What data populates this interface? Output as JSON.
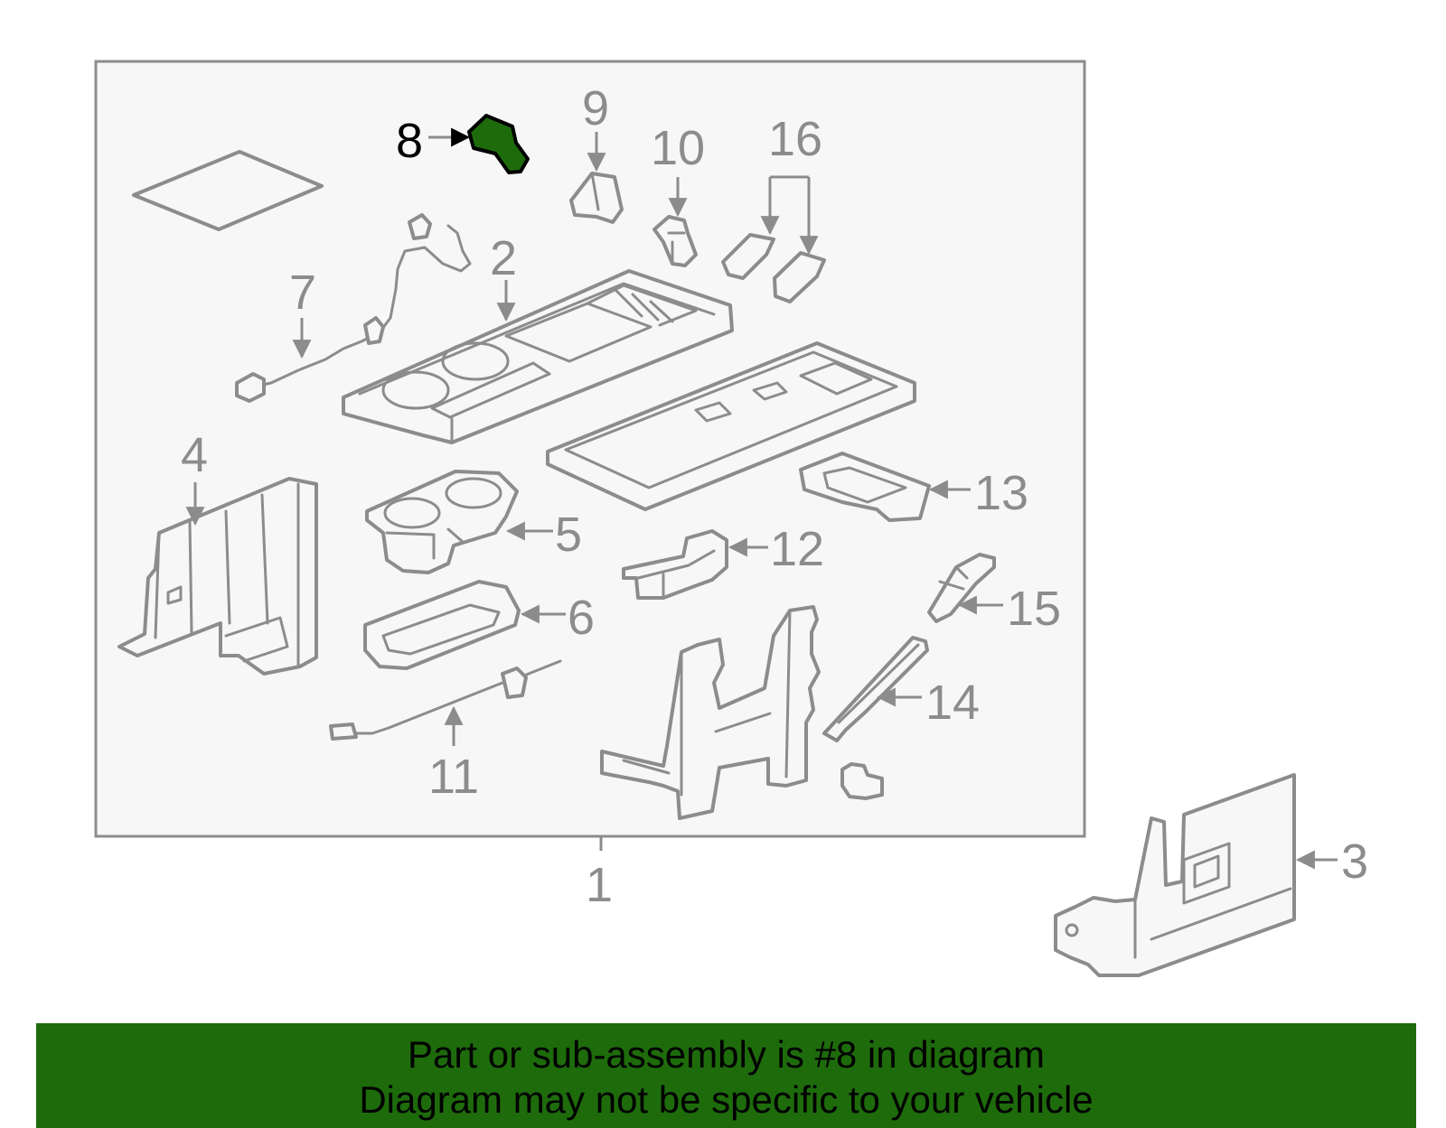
{
  "diagram": {
    "highlighted_part": "8",
    "highlight_color": "#1e6b0c",
    "part_stroke_color": "#8c8c8c",
    "callouts": [
      {
        "id": "c1",
        "text": "1"
      },
      {
        "id": "c2",
        "text": "2"
      },
      {
        "id": "c3",
        "text": "3"
      },
      {
        "id": "c4",
        "text": "4"
      },
      {
        "id": "c5",
        "text": "5"
      },
      {
        "id": "c6",
        "text": "6"
      },
      {
        "id": "c7",
        "text": "7"
      },
      {
        "id": "c8",
        "text": "8"
      },
      {
        "id": "c9",
        "text": "9"
      },
      {
        "id": "c10",
        "text": "10"
      },
      {
        "id": "c11",
        "text": "11"
      },
      {
        "id": "c12",
        "text": "12"
      },
      {
        "id": "c13",
        "text": "13"
      },
      {
        "id": "c14",
        "text": "14"
      },
      {
        "id": "c15",
        "text": "15"
      },
      {
        "id": "c16",
        "text": "16"
      }
    ]
  },
  "banner": {
    "line1": "Part or sub-assembly is #8 in diagram",
    "line2": "Diagram may not be specific to your vehicle",
    "background": "#1e6b0c"
  }
}
